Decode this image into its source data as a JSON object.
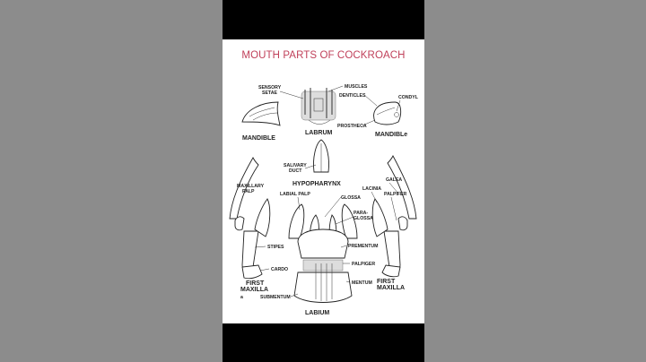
{
  "title": "MOUTH PARTS OF COCKROACH",
  "labels": {
    "sensory_setae_1": "SENSORY",
    "sensory_setae_2": "SETAE",
    "muscles": "MUSCLES",
    "denticles": "DENTICLES",
    "condyl": "CONDYL",
    "labrum": "LABRUM",
    "mandible_left": "MANDIBLE",
    "mandible_right": "MANDIBLe",
    "prostheca": "PROSTHECA",
    "salivary_duct_1": "SALIVARY",
    "salivary_duct_2": "DUCT",
    "hypopharynx": "HYPOPHARYNX",
    "maxillary_palp_1": "MAXILLARY",
    "maxillary_palp_2": "PALP",
    "labial_palp": "LABIAL PALP",
    "glossa": "GLOSSA",
    "lacinia": "LACINIA",
    "galea": "GALEA",
    "palpifer": "PALPIFER",
    "para_glossa_1": "PARA-",
    "para_glossa_2": "GLOSSA",
    "prementum": "PREMENTUM",
    "stipes": "STIPES",
    "cardo": "CARDO",
    "palpiger": "PALPIGER",
    "mentum": "MENTUM",
    "submentum": "SUBMENTUM",
    "labium": "LABIUM",
    "first_maxilla_left_1": "FIRST",
    "first_maxilla_left_2": "MAXILLA",
    "first_maxilla_left_3": "a",
    "first_maxilla_right_1": "FIRST",
    "first_maxilla_right_2": "MAXILLA"
  },
  "colors": {
    "title": "#c0405a",
    "background": "#8c8c8c",
    "bars": "#000000",
    "panel": "#ffffff"
  }
}
